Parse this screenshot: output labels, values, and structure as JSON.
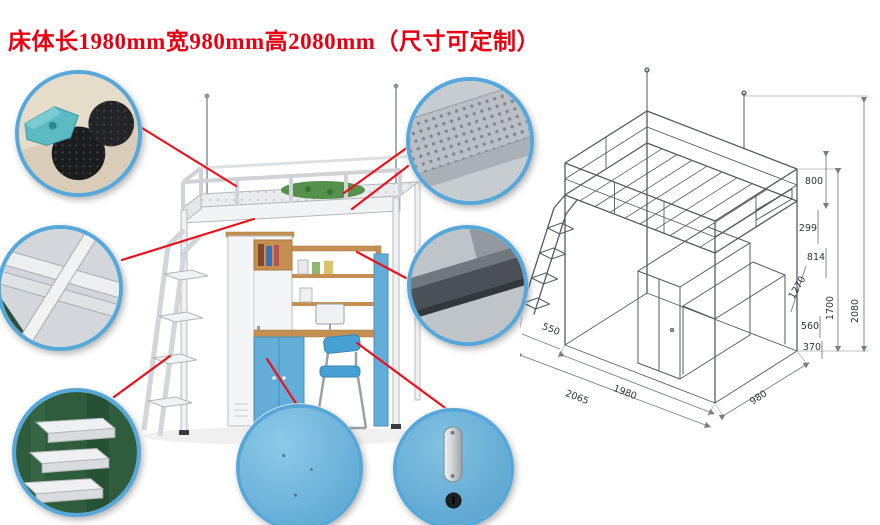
{
  "title": "床体长1980mm宽980mm高2080mm（尺寸可定制）",
  "colors": {
    "accent_red": "#e60012",
    "ring_blue": "#56a8db",
    "panel_blue": "#63aed9",
    "wood": "#c68f52"
  },
  "callouts": [
    {
      "name": "corner-foot-pads"
    },
    {
      "name": "frame-tube-joint"
    },
    {
      "name": "ladder-steps"
    },
    {
      "name": "perforated-bed-panel"
    },
    {
      "name": "steel-beam"
    },
    {
      "name": "cabinet-door-panel"
    },
    {
      "name": "door-lock-handle"
    }
  ],
  "dimensions": {
    "right": [
      {
        "id": "dim-800",
        "value": "800"
      },
      {
        "id": "dim-299",
        "value": "299"
      },
      {
        "id": "dim-814",
        "value": "814"
      },
      {
        "id": "dim-1270",
        "value": "1270"
      },
      {
        "id": "dim-1700",
        "value": "1700"
      },
      {
        "id": "dim-2080",
        "value": "2080"
      },
      {
        "id": "dim-560",
        "value": "560"
      },
      {
        "id": "dim-370",
        "value": "370"
      }
    ],
    "bottom": [
      {
        "id": "dim-550",
        "value": "550"
      },
      {
        "id": "dim-2065",
        "value": "2065"
      },
      {
        "id": "dim-1980",
        "value": "1980"
      },
      {
        "id": "dim-980",
        "value": "980"
      }
    ]
  }
}
